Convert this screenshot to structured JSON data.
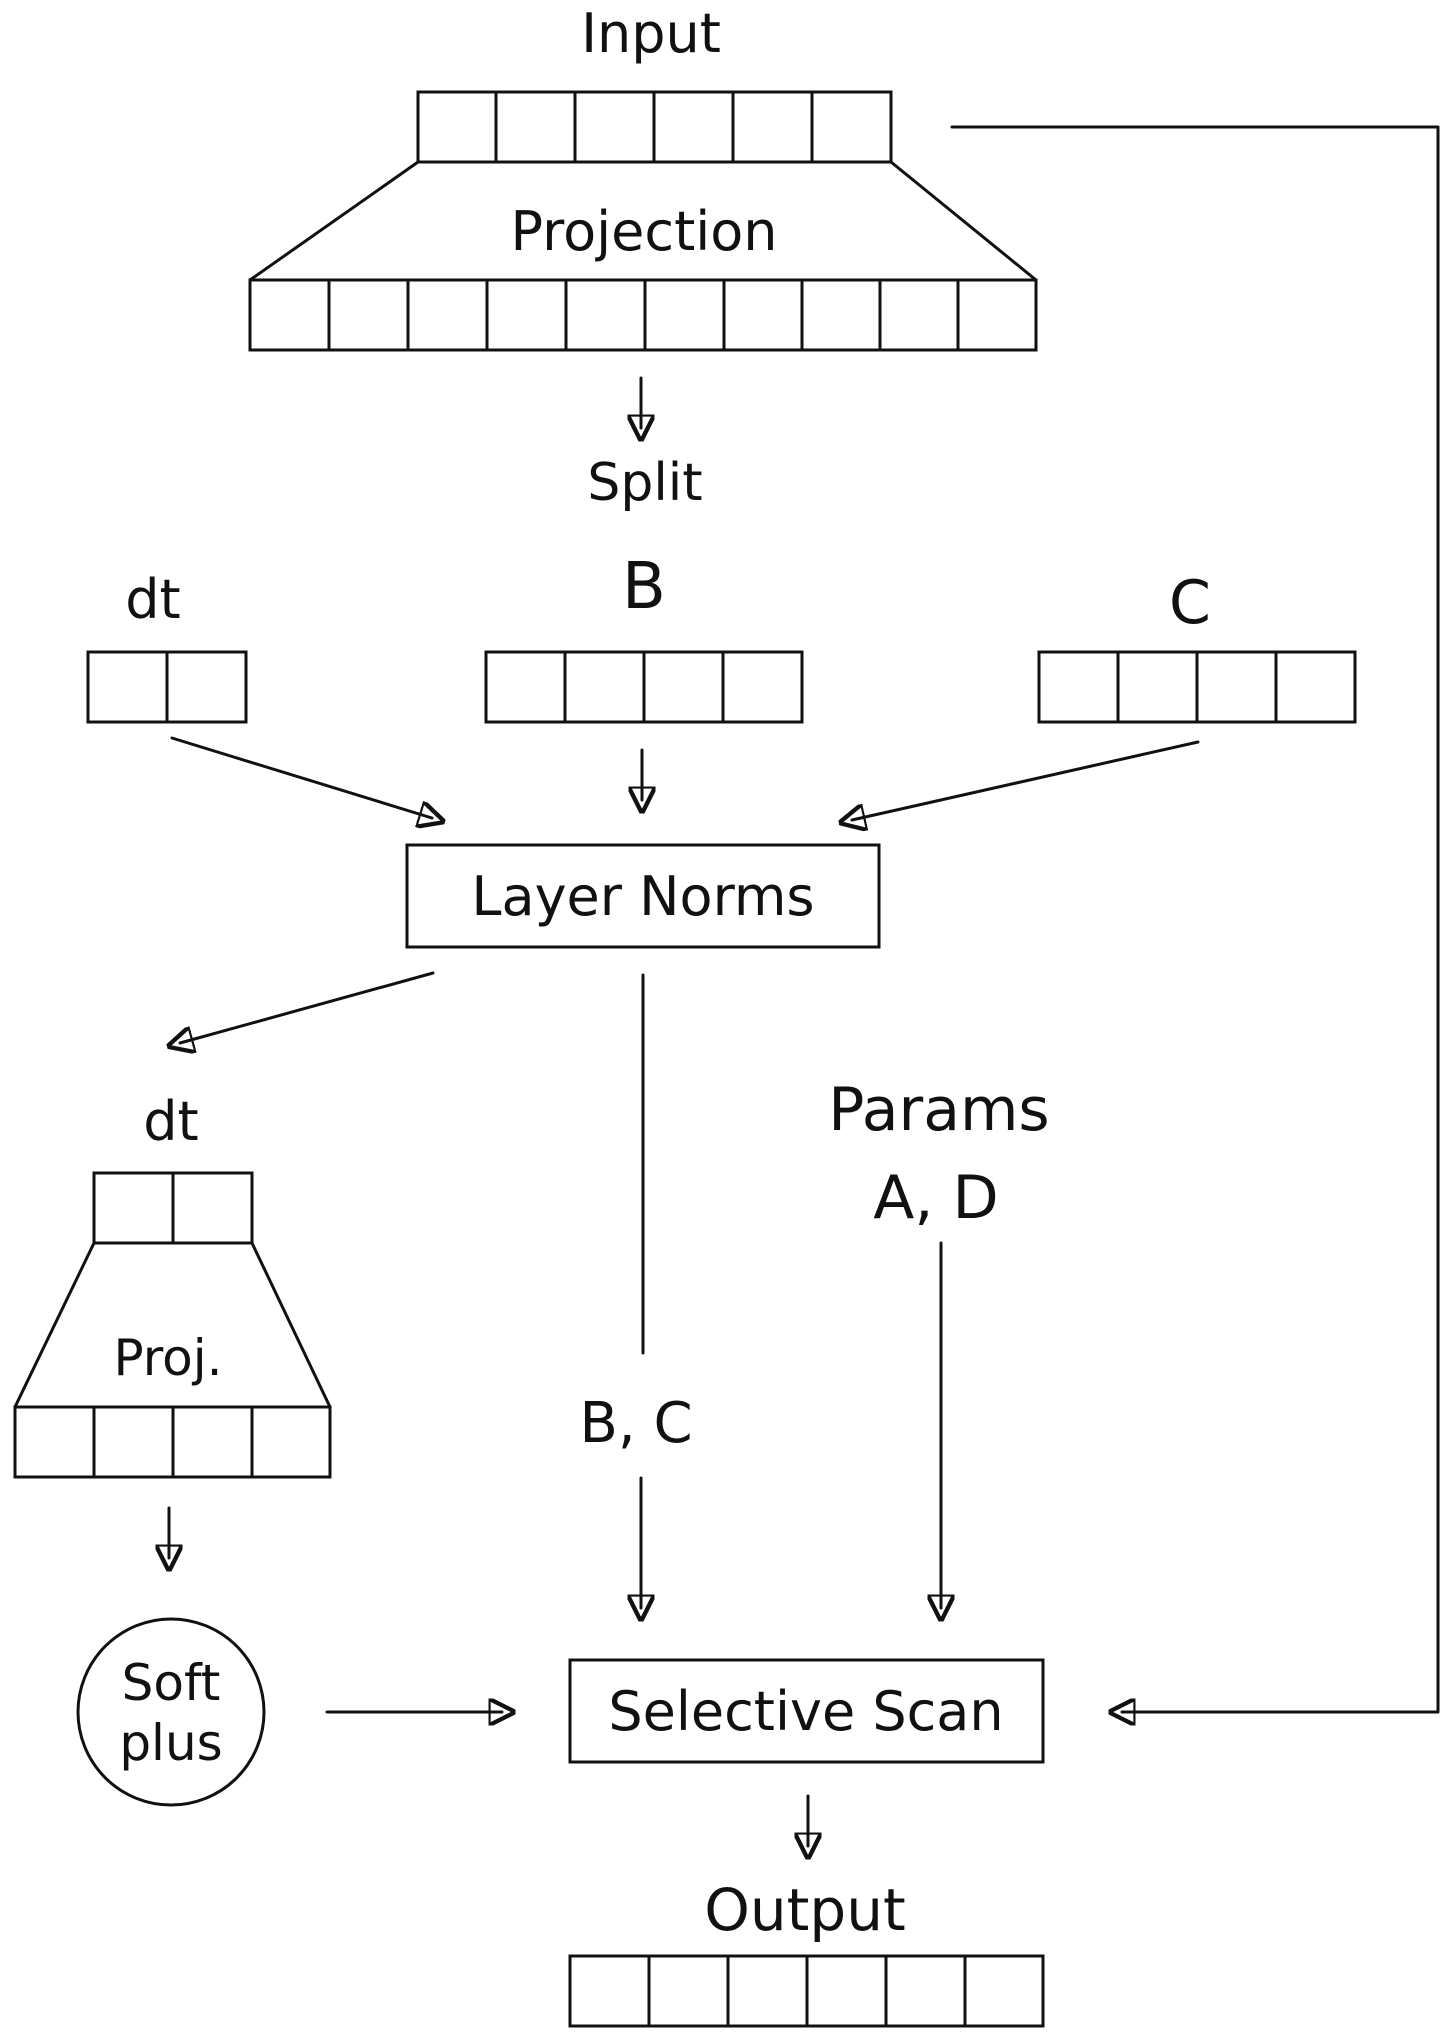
{
  "diagram": {
    "input_label": "Input",
    "projection_label": "Projection",
    "split_label": "Split",
    "dt_label": "dt",
    "b_label": "B",
    "c_label": "C",
    "layer_norms_label": "Layer Norms",
    "dt_branch_label": "dt",
    "proj_label": "Proj.",
    "softplus_line1": "Soft",
    "softplus_line2": "plus",
    "bc_label": "B, C",
    "params_line1": "Params",
    "params_line2": "A, D",
    "selective_scan_label": "Selective Scan",
    "output_label": "Output",
    "colors": {
      "ink": "#111111",
      "background": "#ffffff"
    }
  }
}
